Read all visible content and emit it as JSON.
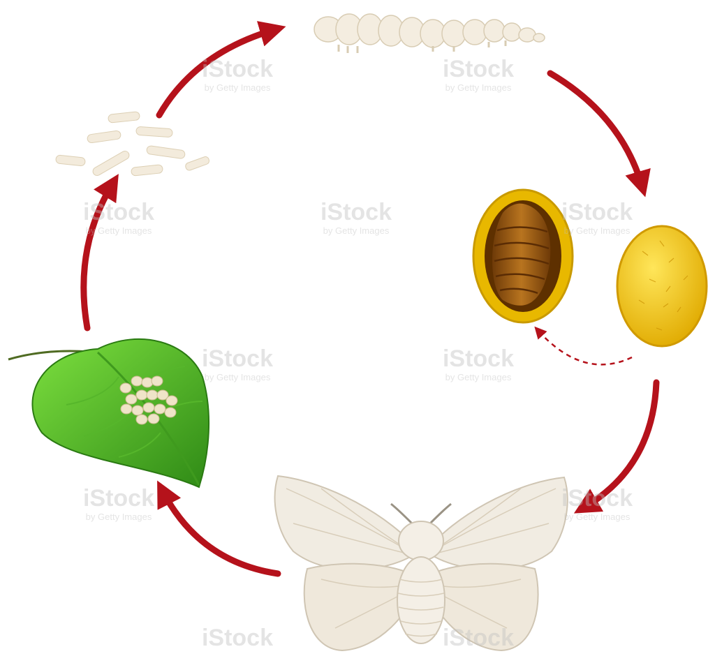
{
  "colors": {
    "arrow": "#b5121b",
    "leaf_light": "#6fd13a",
    "leaf_dark": "#2f8a16",
    "egg": "#e9dcc0",
    "larva": "#f3ebdc",
    "cocoon_gold": "#e8b800",
    "cocoon_outer": "#c99a00",
    "pupa": "#9a5a14",
    "moth_wing": "#f1ece2",
    "moth_vein": "#cfc5b3"
  },
  "stages": [
    {
      "name": "leaf-with-eggs",
      "icon": "leaf-eggs-icon"
    },
    {
      "name": "hatchlings",
      "icon": "young-larvae-icon"
    },
    {
      "name": "silkworm",
      "icon": "silkworm-larva-icon"
    },
    {
      "name": "cocoon-cutaway",
      "icon": "pupa-in-cocoon-icon"
    },
    {
      "name": "cocoon",
      "icon": "cocoon-icon"
    },
    {
      "name": "silk-moth",
      "icon": "silk-moth-icon"
    }
  ],
  "watermark": {
    "brand": "iStock",
    "sub": "by Getty Images"
  }
}
